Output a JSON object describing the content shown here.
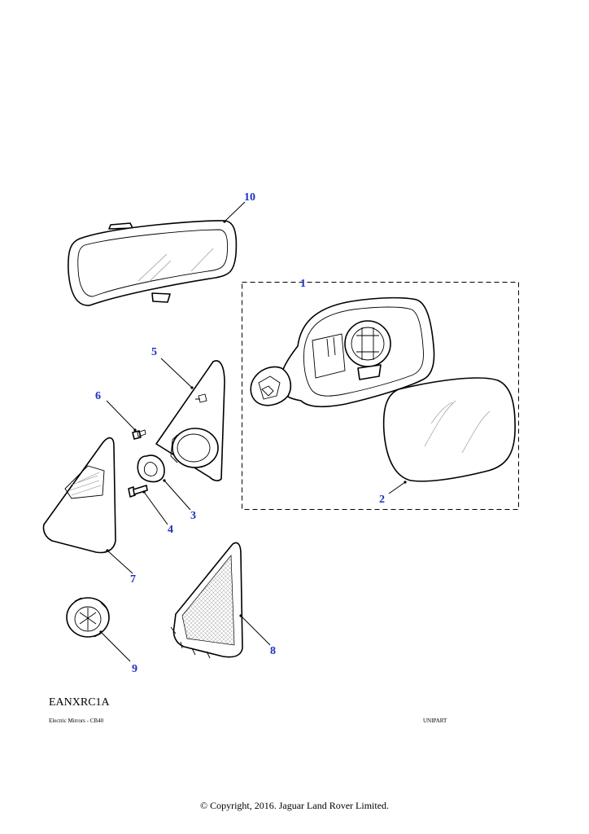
{
  "diagram": {
    "callouts": [
      "10",
      "1",
      "5",
      "6",
      "3",
      "4",
      "7",
      "2",
      "8",
      "9"
    ],
    "accent_color": "#1a2fd8"
  },
  "footer": {
    "ref_code": "EANXRC1A",
    "caption_left": "Electric Mirrors - CB40",
    "caption_right": "UNIPART",
    "copyright": "© Copyright, 2016. Jaguar Land Rover Limited."
  }
}
